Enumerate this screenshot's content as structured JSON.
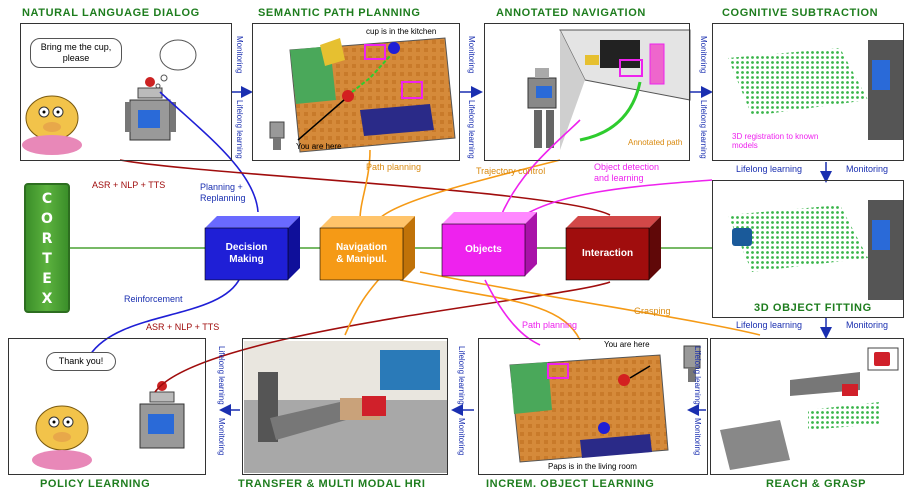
{
  "titles": {
    "natural_language_dialog": "NATURAL LANGUAGE DIALOG",
    "semantic_path_planning": "SEMANTIC PATH PLANNING",
    "annotated_navigation": "ANNOTATED NAVIGATION",
    "cognitive_subtraction": "COGNITIVE SUBTRACTION",
    "object_fitting": "3D OBJECT FITTING",
    "policy_learning": "POLICY LEARNING",
    "transfer_hri": "TRANSFER & MULTI MODAL HRI",
    "incremental_object_learning": "INCREM. OBJECT LEARNING",
    "reach_grasp": "REACH & GRASP"
  },
  "cortex": [
    "C",
    "O",
    "R",
    "T",
    "E",
    "X"
  ],
  "modules": {
    "decision": "Decision\nMaking",
    "navigation": "Navigation\n& Manipul.",
    "objects": "Objects",
    "interaction": "Interaction"
  },
  "colors": {
    "decision": "#1f1fd6",
    "navigation": "#f59a16",
    "objects": "#ee22ee",
    "interaction": "#a00d0d",
    "cortex": "#4aa233",
    "title_green": "#1e7d1e",
    "flow_blue": "#1a2fb0"
  },
  "panel_text": {
    "bubble_request": "Bring me the cup, please",
    "bubble_thanks": "Thank you!",
    "cup_in_kitchen": "cup is in the kitchen",
    "you_are_here_top": "You are here",
    "annotated_path": "Annotated path",
    "registration": "3D registration to known models",
    "you_are_here_bottom": "You are here",
    "paps_living_room": "Paps is in the living room"
  },
  "side_labels": {
    "monitoring": "Monitoring",
    "lifelong": "Lifelong learning"
  },
  "connection_labels": {
    "asr_top": "ASR + NLP + TTS",
    "planning": "Planning +\nReplanning",
    "path_planning_top": "Path planning",
    "trajectory_control": "Trajectory control",
    "object_detection": "Object detection\nand learning",
    "reinforcement": "Reinforcement",
    "asr_bottom": "ASR + NLP + TTS",
    "path_planning_bottom": "Path planning",
    "grasping": "Grasping",
    "lifelong_right_1": "Lifelong learning",
    "monitoring_right_1": "Monitoring",
    "lifelong_right_2": "Lifelong learning",
    "monitoring_right_2": "Monitoring"
  }
}
